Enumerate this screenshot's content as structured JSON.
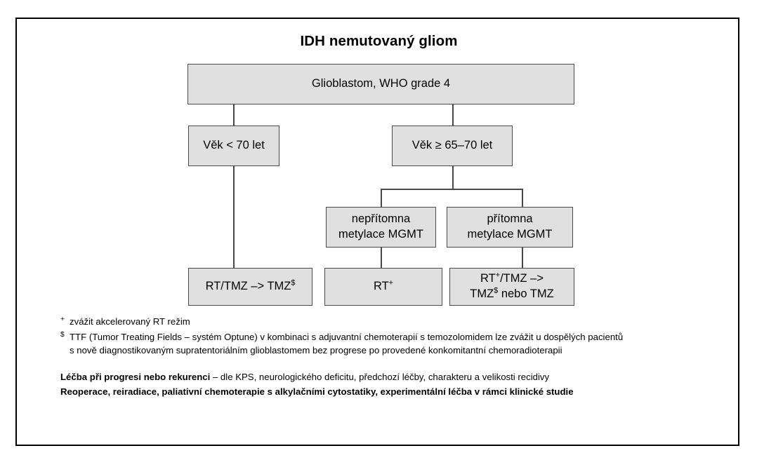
{
  "diagram": {
    "title": "IDH nemutovaný gliom",
    "box_fill": "#e0e0e0",
    "box_border": "#4a4a4a",
    "frame_border": "#000000",
    "nodes": {
      "root": "Glioblastom, WHO grade 4",
      "age_left": "Věk < 70 let",
      "age_right": "Věk ≥ 65–70 let",
      "mgmt_absent_line1": "nepřítomna",
      "mgmt_absent_line2": "metylace MGMT",
      "mgmt_present_line1": "přítomna",
      "mgmt_present_line2": "metylace MGMT",
      "tx_left_main": "RT/TMZ –> TMZ",
      "tx_left_sup": "$",
      "tx_mid_main": "RT",
      "tx_mid_sup": "+",
      "tx_right_line1_a": "RT",
      "tx_right_line1_sup": "+",
      "tx_right_line1_b": "/TMZ –>",
      "tx_right_line2_a": "TMZ",
      "tx_right_line2_sup": "$",
      "tx_right_line2_b": " nebo TMZ"
    }
  },
  "footnotes": {
    "plus_marker": "+",
    "plus_text": "zvážit akcelerovaný RT režim",
    "dollar_marker": "$",
    "dollar_line1": "TTF (Tumor Treating Fields – systém Optune) v kombinaci s adjuvantní chemoterapií s temozolomidem lze zvážit u dospělých pacientů",
    "dollar_line2": "s nově diagnostikovaným supratentoriálním glioblastomem bez progrese po provedené konkomitantní chemoradioterapii"
  },
  "summary": {
    "line1_bold": "Léčba při progresi nebo rekurenci",
    "line1_rest": " – dle KPS, neurologického deficitu, předchozí léčby, charakteru a velikosti recidivy",
    "line2_bold": "Reoperace, reiradiace, paliativní chemoterapie s alkylačními cytostatiky, experimentální léčba v rámci klinické studie"
  }
}
